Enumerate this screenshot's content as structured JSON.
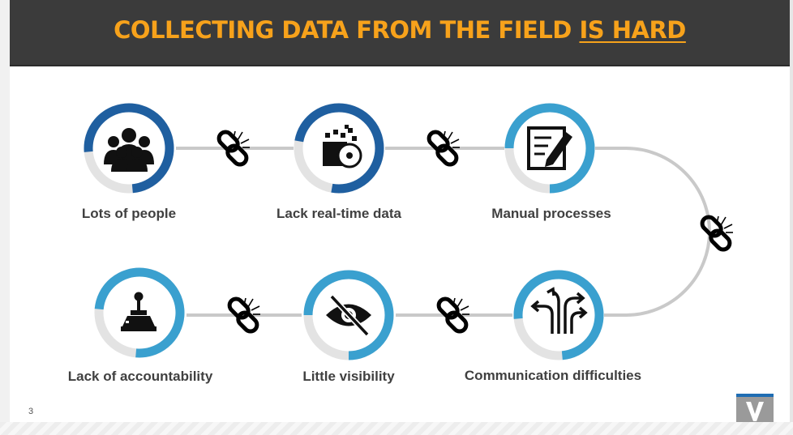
{
  "title": {
    "main": "COLLECTING DATA FROM THE FIELD ",
    "highlight": "IS HARD"
  },
  "colors": {
    "title": "#f7a21b",
    "title_bar": "#3b3b3b",
    "ring_dark": "#1f5fa0",
    "ring_light": "#3aa0cf",
    "connector": "#c9c9c9"
  },
  "steps": [
    {
      "label": "Lots of people",
      "icon": "people-icon"
    },
    {
      "label": "Lack real-time data",
      "icon": "data-disk-icon"
    },
    {
      "label": "Manual processes",
      "icon": "edit-document-icon"
    },
    {
      "label": "Communication difficulties",
      "icon": "diverging-arrows-icon"
    },
    {
      "label": "Little visibility",
      "icon": "eye-slash-icon"
    },
    {
      "label": "Lack of accountability",
      "icon": "joystick-icon"
    }
  ],
  "page_number": "3",
  "logo_mark": "V"
}
